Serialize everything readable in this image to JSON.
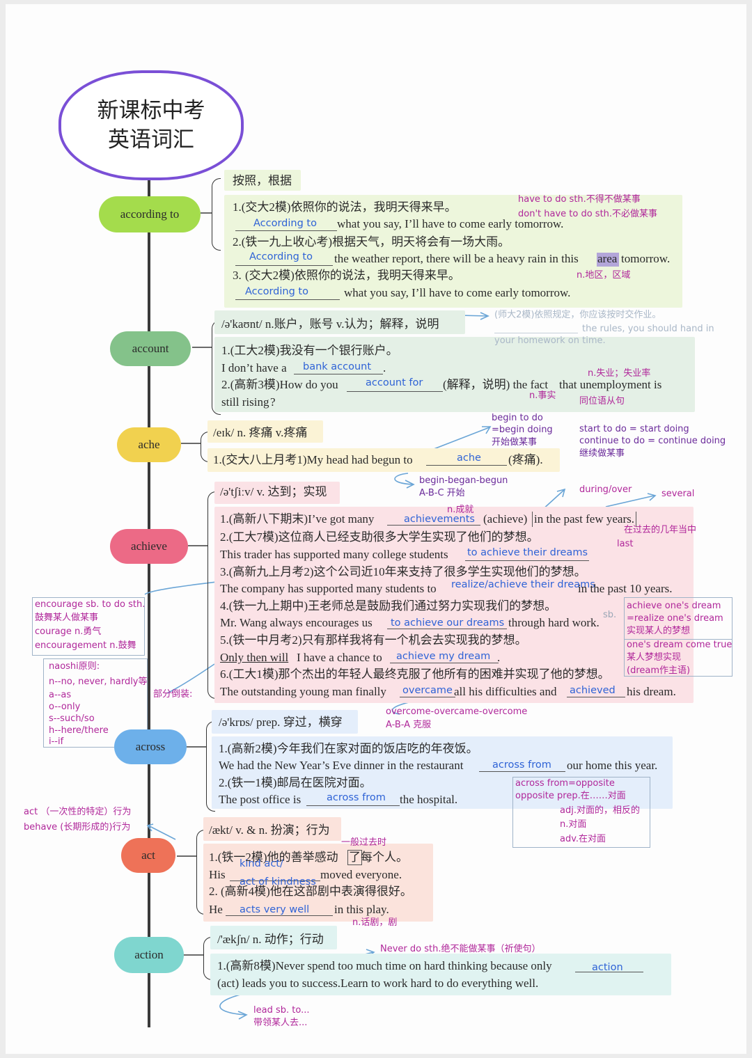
{
  "title": {
    "line1": "新课标中考",
    "line2": "英语词汇"
  },
  "nodes": {
    "according_to": "according to",
    "account": "account",
    "ache": "ache",
    "achieve": "achieve",
    "across": "across",
    "act": "act",
    "action": "action"
  },
  "colors": {
    "according_to": "#a4dc4c",
    "account": "#84c28a",
    "ache": "#f1d14f",
    "achieve": "#ec6a86",
    "across": "#6db0ea",
    "act": "#ee7258",
    "action": "#7fd6cf",
    "answer": "#2f63d6",
    "note": "#b0279a"
  },
  "according": {
    "meaning": "按照，根据",
    "q1_cn": "1.(交大2模)依照你的说法，我明天得来早。",
    "q1_ans": "According to",
    "q1_en": "what you say, I’ll have to come early tomorrow.",
    "q2_cn": "2.(铁一九上收心考)根据天气，明天将会有一场大雨。",
    "q2_ans": "According to",
    "q2_en_a": "the weather report, there will be a heavy rain in this",
    "q2_en_hl": "area",
    "q2_en_b": "tomorrow.",
    "q3_num": "3.",
    "q3_cn": "(交大2模)依照你的说法，我明天得来早。",
    "q3_ans": "According to",
    "q3_en": "what you say, I’ll have to come early tomorrow.",
    "note1": "have to do sth.不得不做某事",
    "note2": "don't have to do sth.不必做某事",
    "note3": "n.地区，区域"
  },
  "account": {
    "phon": "/ə'kaʊnt/ n.账户，账号 v.认为；解释，说明",
    "q1_cn": "1.(工大2模)我没有一个银行账户。",
    "q1_en_a": "I don’t have a",
    "q1_ans": "bank account",
    "q1_en_b": ".",
    "q2_en_a": "2.(高新3模)How do you",
    "q2_ans": "account for",
    "q2_en_b": "(解释，说明) the fact",
    "q2_en_c": "that unemployment is",
    "q2_en_d": "still rising",
    "q2_en_e": "?",
    "grey1": "(师大2模)依照规定，你应该按时交作业。",
    "grey2": "the rules, you should hand in",
    "grey3": "your homework on time.",
    "note1": "n.失业；失业率",
    "note2": "n.事实",
    "note3": "同位语从句"
  },
  "ache": {
    "phon": "/eɪk/ n. 疼痛 v.疼痛",
    "q1_en_a": "1.(交大八上月考1)My head had begun to",
    "q1_ans": "ache",
    "q1_en_b": "(疼痛).",
    "note1": "begin to do",
    "note2": "=begin doing",
    "note3": "开始做某事",
    "note4": "start to do = start doing",
    "note5": "continue to do = continue doing",
    "note6": "继续做某事",
    "note7": "begin-began-begun",
    "note8": "A-B-C 开始"
  },
  "achieve": {
    "phon": "/ə'tʃiːv/ v. 达到；实现",
    "q1_en_a": "1.(高新八下期末)I’ve got many",
    "q1_ans": "achievements",
    "q1_en_b": "(achieve)",
    "q1_en_c": "in the past few years.",
    "q2_cn": "2.(工大7模)这位商人已经支助很多大学生实现了他们的梦想。",
    "q2_en": "This trader has supported many college students",
    "q2_ans": "to achieve their dreams",
    "q3_cn": "3.(高新九上月考2)这个公司近10年来支持了很多学生实现他们的梦想。",
    "q3_en_a": "The company has supported many students to",
    "q3_ans": "realize/achieve their dreams",
    "q3_en_b": "in the past 10 years.",
    "q4_cn": "4.(铁一九上期中)王老师总是鼓励我们通过努力实现我们的梦想。",
    "q4_en_a": "Mr. Wang always encourages us",
    "q4_ans": "to achieve our dreams",
    "q4_en_b": "through hard work.",
    "q5_cn": "5.(铁一中月考2)只有那样我将有一个机会去实现我的梦想。",
    "q5_en_a": "Only then will",
    "q5_en_b": "I have a chance to",
    "q5_ans": "achieve my dream",
    "q5_en_c": ".",
    "q6_cn": "6.(工大1模)那个杰出的年轻人最终克服了他所有的困难并实现了他的梦想。",
    "q6_en_a": "The outstanding young man finally",
    "q6_ans1": "overcame",
    "q6_en_b": "all his difficulties and",
    "q6_ans2": "achieved",
    "q6_en_c": "his dream.",
    "note1": "n.成就",
    "note2": "during/over",
    "note3": "several",
    "note4": "在过去的几年当中",
    "note5": "last",
    "sb": "sb.",
    "box": [
      "achieve one's dream",
      "=realize one's dream",
      "实现某人的梦想",
      "one's dream come true",
      "某人梦想实现",
      "(dream作主语)"
    ],
    "encourage_box": [
      "encourage sb. to do sth.",
      "鼓舞某人做某事",
      "courage n.勇气",
      "encouragement n.鼓舞"
    ],
    "naoshi_box": [
      "naoshi原则:",
      "n--no, never, hardly等",
      "a--as",
      "o--only",
      "s--such/so",
      "h--here/there",
      "i--if"
    ],
    "inversion": "部分倒装:",
    "overcome1": "overcome-overcame-overcome",
    "overcome2": "A-B-A 克服"
  },
  "across": {
    "phon": "/ə'krɒs/ prep. 穿过，横穿",
    "q1_cn": "1.(高新2模)今年我们在家对面的饭店吃的年夜饭。",
    "q1_en_a": "We had the New Year’s Eve dinner in the restaurant",
    "q1_ans": "across from",
    "q1_en_b": "our home this year.",
    "q2_cn": "2.(铁一1模)邮局在医院对面。",
    "q2_en_a": "The post office is",
    "q2_ans": "across from",
    "q2_en_b": "the hospital.",
    "box": [
      "across from=opposite",
      "opposite prep.在……对面",
      "adj.对面的，相反的",
      "n.对面",
      "adv.在对面"
    ]
  },
  "act": {
    "phon": "/ækt/ v. & n. 扮演；行为",
    "q1_cn_a": "1.(铁一2模)他的善举感动",
    "q1_cn_b": "了",
    "q1_cn_c": "每个人。",
    "q1_en_a": "His",
    "q1_ans_a": "kind act/",
    "q1_ans_b": "act of kindness",
    "q1_en_b": "moved everyone.",
    "q2_cn": "2. (高新4模)他在这部剧中表演得很好。",
    "q2_en_a": "He",
    "q2_ans": "acts very well",
    "q2_en_b": "in this play.",
    "note1": "一般过去时",
    "note2": "n.话剧，剧",
    "side1": "act （一次性的特定）行为",
    "side2": "behave (长期形成的)行为"
  },
  "action": {
    "phon": "/'ækʃn/ n. 动作；行动",
    "q1_en_a": "1.(高新8模)Never spend too much time on hard thinking because only",
    "q1_ans": "action",
    "q1_en_b": "(act) leads you to success.Learn to work hard to do everything well.",
    "note1": "Never do sth.绝不能做某事（祈使句）",
    "note2": "lead sb. to...",
    "note3": "带领某人去..."
  }
}
